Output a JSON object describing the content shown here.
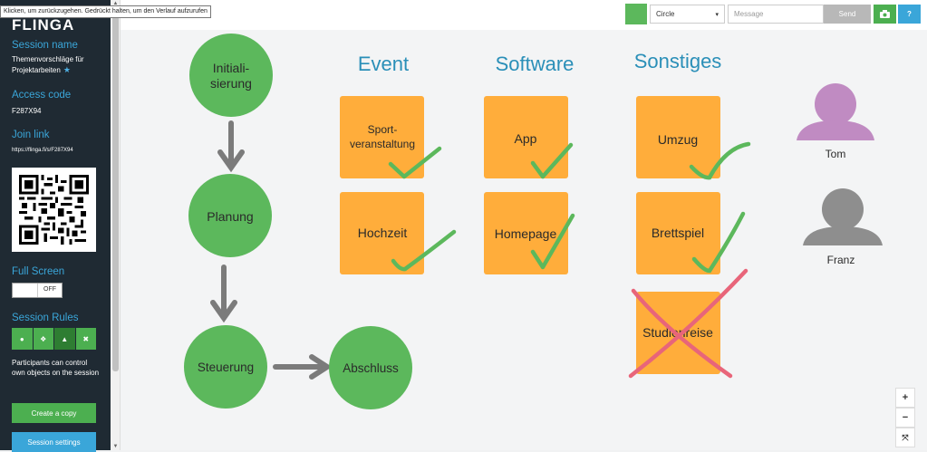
{
  "tooltip": "Klicken, um zurückzugehen. Gedrückt halten, um den Verlauf aufzurufen",
  "sidebar": {
    "logo": "FLINGA",
    "session_name_label": "Session name",
    "session_name_value": "Themenvorschläge für Projektarbeiten",
    "access_code_label": "Access code",
    "access_code_value": "F287X94",
    "join_link_label": "Join link",
    "join_link_value": "https://flinga.fi/s/F287X94",
    "full_screen_label": "Full Screen",
    "full_screen_state": "OFF",
    "session_rules_label": "Session Rules",
    "rules_text": "Participants can control own objects on the session",
    "create_copy": "Create a copy",
    "session_settings": "Session settings",
    "colors": {
      "background": "#1f2a33",
      "accent": "#3aa6d9",
      "green": "#4caf50"
    }
  },
  "toolbar": {
    "shape_value": "Circle",
    "message_placeholder": "Message",
    "send_label": "Send",
    "help_label": "?"
  },
  "canvas": {
    "columns": {
      "event": "Event",
      "software": "Software",
      "sonstiges": "Sonstiges"
    },
    "flow": {
      "init_line1": "Initiali-",
      "init_line2": "sierung",
      "planung": "Planung",
      "steuerung": "Steuerung",
      "abschluss": "Abschluss"
    },
    "cards": {
      "sport_line1": "Sport-",
      "sport_line2": "veranstaltung",
      "hochzeit": "Hochzeit",
      "app": "App",
      "homepage": "Homepage",
      "umzug": "Umzug",
      "brettspiel": "Brettspiel",
      "studienreise": "Studienreise"
    },
    "users": {
      "tom": "Tom",
      "franz": "Franz"
    },
    "colors": {
      "circle": "#5cb85c",
      "card": "#ffad3b",
      "check": "#5cb85c",
      "cross": "#e8657a",
      "arrow": "#7b7b7b",
      "heading": "#2a8fb8",
      "tom": "#c08bc2",
      "franz": "#8e8e8e"
    }
  },
  "zoom": {
    "in": "+",
    "out": "−",
    "fit": "⤧"
  }
}
